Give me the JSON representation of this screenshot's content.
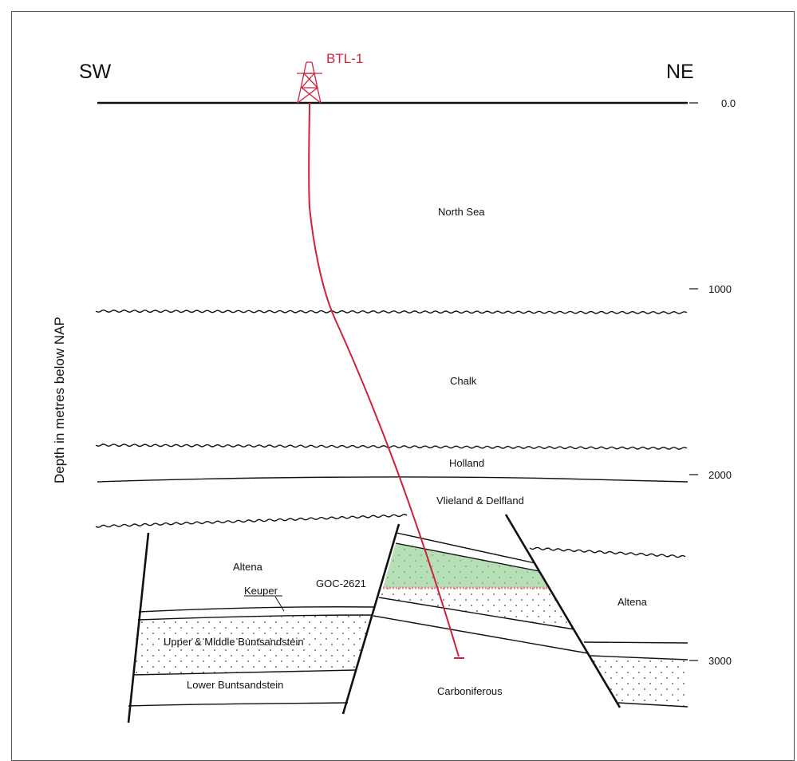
{
  "diagram": {
    "direction_left": "SW",
    "direction_right": "NE",
    "well_name": "BTL-1",
    "y_axis_title": "Depth in metres below NAP",
    "depth_ticks": [
      {
        "label": "0.0",
        "value": 0
      },
      {
        "label": "1000",
        "value": 1000
      },
      {
        "label": "2000",
        "value": 2000
      },
      {
        "label": "3000",
        "value": 3000
      }
    ],
    "units": {
      "north_sea": "North Sea",
      "chalk": "Chalk",
      "holland": "Holland",
      "vlieland_delfland": "Vlieland & Delfland",
      "altena_left": "Altena",
      "altena_right": "Altena",
      "keuper": "Keuper",
      "goc": "GOC-2621",
      "upper_middle_buntsandstein": "Upper & Middle Buntsandstein",
      "lower_buntsandstein": "Lower Buntsandstein",
      "carboniferous": "Carboniferous"
    },
    "colors": {
      "well": "#d0203a",
      "gas_column": "#8fce8f",
      "goc_line": "#f08090",
      "lines": "#111111"
    }
  }
}
